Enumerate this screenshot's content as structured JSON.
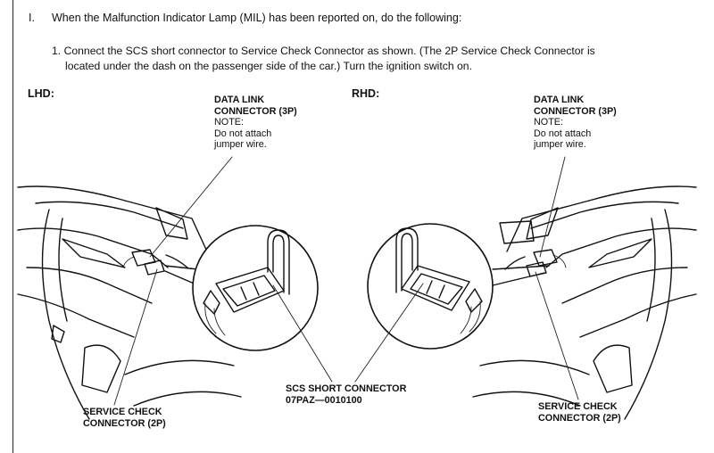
{
  "intro": {
    "marker": "I.",
    "text": "When the Malfunction Indicator Lamp (MIL) has been reported on, do the following:"
  },
  "step": {
    "number": "1.",
    "line1": "Connect the SCS short connector to Service Check Connector as shown. (The 2P Service Check Connector is",
    "line2": "located under the dash on the passenger side of the car.) Turn the ignition switch on."
  },
  "sides": {
    "lhd": "LHD:",
    "rhd": "RHD:"
  },
  "labels": {
    "data_link_l1": "DATA LINK",
    "data_link_l2": "CONNECTOR (3P)",
    "note": "NOTE:",
    "note_l1": "Do not attach",
    "note_l2": "jumper wire.",
    "service_l1": "SERVICE CHECK",
    "service_l2": "CONNECTOR (2P)",
    "scs_l1": "SCS SHORT CONNECTOR",
    "scs_l2": "07PAZ—0010100"
  }
}
